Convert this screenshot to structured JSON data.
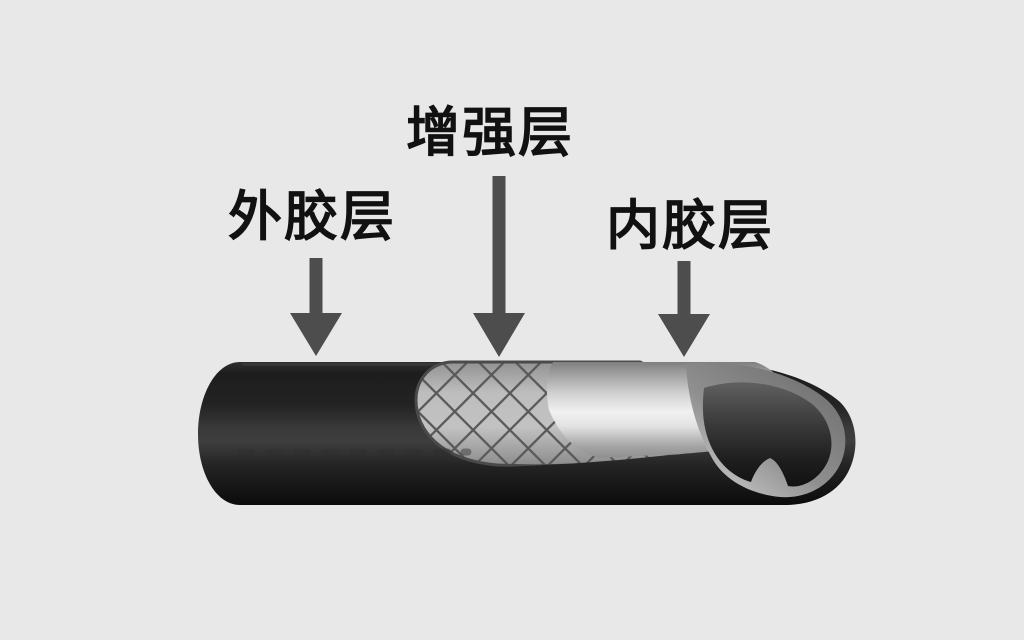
{
  "diagram": {
    "labels": {
      "outer": "外胶层",
      "reinforcement": "增强层",
      "inner": "内胶层"
    }
  },
  "colors": {
    "background": "#e8e8e8",
    "label_text": "#111111",
    "arrow": "#4d4d4d",
    "outer_layer_dark": "#161616",
    "outer_layer_highlight": "#3e3e3e",
    "braid_base": "#bdbdbd",
    "braid_line": "#585858",
    "inner_layer_shine": "#f1f1f1",
    "inner_layer_shade": "#8a8a8a",
    "bore_dark": "#0f0f0f",
    "rim_gray": "#8f8f8f"
  }
}
